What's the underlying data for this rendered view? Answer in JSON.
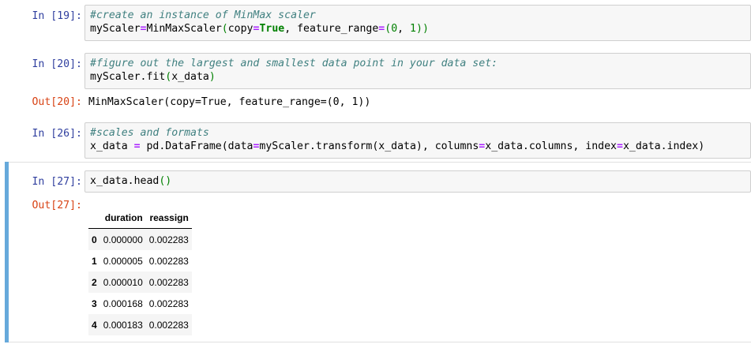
{
  "cells": [
    {
      "prompt": "In [19]:",
      "lines": [
        "#create an instance of MinMax scaler",
        [
          "myScaler",
          "=",
          "MinMaxScaler",
          "(",
          "copy",
          "=",
          "True",
          ", feature_range",
          "=",
          "(",
          "0",
          ", ",
          "1",
          "))"
        ]
      ]
    },
    {
      "prompt": "In [20]:",
      "lines": [
        "#figure out the largest and smallest data point in your data set:",
        [
          "myScaler.fit",
          "(",
          "x_data",
          ")"
        ]
      ],
      "out_prompt": "Out[20]:",
      "output": "MinMaxScaler(copy=True, feature_range=(0, 1))"
    },
    {
      "prompt": "In [26]:",
      "lines": [
        "#scales and formats",
        [
          "x_data ",
          "=",
          " pd.DataFrame(data",
          "=",
          "myScaler.transform(x_data), columns",
          "=",
          "x_data.columns, index",
          "=",
          "x_data.index)"
        ]
      ]
    },
    {
      "prompt": "In [27]:",
      "lines": [
        [
          "x_data.head",
          "()"
        ]
      ],
      "out_prompt": "Out[27]:"
    }
  ],
  "dataframe": {
    "columns": [
      "",
      "duration",
      "reassign"
    ],
    "rows": [
      [
        "0",
        "0.000000",
        "0.002283"
      ],
      [
        "1",
        "0.000005",
        "0.002283"
      ],
      [
        "2",
        "0.000010",
        "0.002283"
      ],
      [
        "3",
        "0.000168",
        "0.002283"
      ],
      [
        "4",
        "0.000183",
        "0.002283"
      ]
    ]
  },
  "colors": {
    "in_prompt": "#303f9f",
    "out_prompt": "#d84315",
    "selected_cell_bar": "#66a9db"
  }
}
